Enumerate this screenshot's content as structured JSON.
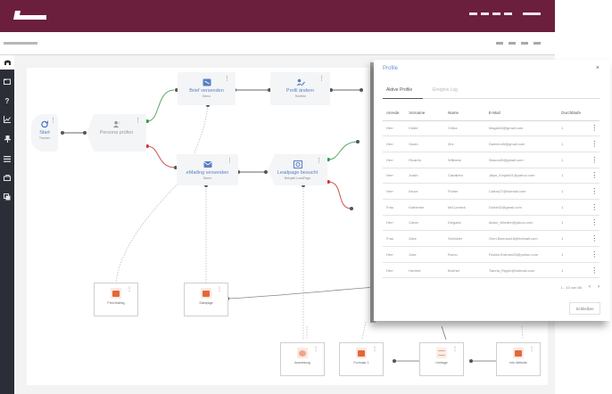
{
  "app": {
    "brand_color": "#6b1f3c",
    "sidebar_color": "#2b2e36",
    "accent_link": "#5a7fc4",
    "success_color": "#4caf50",
    "error_color": "#d9534f"
  },
  "sidebar": {
    "items": [
      {
        "icon": "home-icon"
      },
      {
        "icon": "folder-icon"
      },
      {
        "icon": "help-icon",
        "glyph": "?"
      },
      {
        "icon": "chart-icon"
      },
      {
        "icon": "pin-icon"
      },
      {
        "icon": "list-icon"
      },
      {
        "icon": "inbox-icon"
      },
      {
        "icon": "copy-icon"
      }
    ]
  },
  "flow": {
    "nodes": [
      {
        "id": "start",
        "title": "Start",
        "sub": "Trenner",
        "icon": "refresh-icon"
      },
      {
        "id": "persona",
        "title": "Persona prüfen",
        "sub": "",
        "icon": "persona-icon"
      },
      {
        "id": "brief",
        "title": "Brief versenden",
        "sub": "Demo",
        "icon": "letter-icon"
      },
      {
        "id": "profil",
        "title": "Profil ändern",
        "sub": "Testfeld",
        "icon": "edit-profile-icon"
      },
      {
        "id": "emailing",
        "title": "eMailing versenden",
        "sub": "Demo",
        "icon": "mail-icon"
      },
      {
        "id": "leadpage",
        "title": "Leadpage besucht",
        "sub": "Beispiel LeadPage",
        "icon": "leadpage-icon"
      }
    ],
    "page_nodes": [
      {
        "id": "p1",
        "label": "Print Mailing",
        "icon": "mail-icon"
      },
      {
        "id": "p2",
        "label": "Startpage",
        "icon": "mail-icon"
      },
      {
        "id": "p3",
        "label": "Anmeldung",
        "icon": "form-icon"
      },
      {
        "id": "p4",
        "label": "Formular 1",
        "icon": "mail-icon"
      },
      {
        "id": "p5",
        "label": "Umfrage",
        "icon": "list-icon"
      },
      {
        "id": "p6",
        "label": "Info Website",
        "icon": "mail-icon"
      }
    ],
    "menu_glyph": "⋮"
  },
  "modal": {
    "title": "Profile",
    "close_glyph": "×",
    "tabs": [
      {
        "label": "Aktive Profile",
        "active": true
      },
      {
        "label": "Ereignis Log",
        "active": false
      }
    ],
    "columns": [
      "Anrede",
      "Vorname",
      "Name",
      "E-Mail",
      "Durchläufe"
    ],
    "rows": [
      [
        "Herr",
        "Eddie",
        "Chiba",
        "Magali43@gmail.com",
        "1"
      ],
      [
        "Herr",
        "Gavin",
        "Zini",
        "Damien45@gmail.com",
        "1"
      ],
      [
        "Herr",
        "Ricardo",
        "Williams",
        "Sisson49@gmail.com",
        "1"
      ],
      [
        "Herr",
        "Justin",
        "Caballero",
        "Jalyn_Krajcik51@yahoo.com",
        "1"
      ],
      [
        "Herr",
        "Bruce",
        "Poirier",
        "Carlos27@hotmail.com",
        "1"
      ],
      [
        "Frau",
        "Katherine",
        "McCormick",
        "Dulce32@gmail.com",
        "1"
      ],
      [
        "Herr",
        "Calvin",
        "Delgado",
        "Aidan_Windler@yahoo.com",
        "1"
      ],
      [
        "Frau",
        "Alice",
        "Schröder",
        "Oren.Barrows18@hotmail.com",
        "1"
      ],
      [
        "Herr",
        "Jose",
        "Romo",
        "Favian.Erdman25@yahoo.com",
        "1"
      ],
      [
        "Herr",
        "Herbert",
        "Bortnet",
        "Tianna_Rippin@hotmail.com",
        "1"
      ]
    ],
    "row_menu_glyph": "⋮",
    "pagination": {
      "range": "1 - 10 von 56",
      "prev": "‹",
      "next": "›"
    },
    "close_button": "Schließen"
  }
}
